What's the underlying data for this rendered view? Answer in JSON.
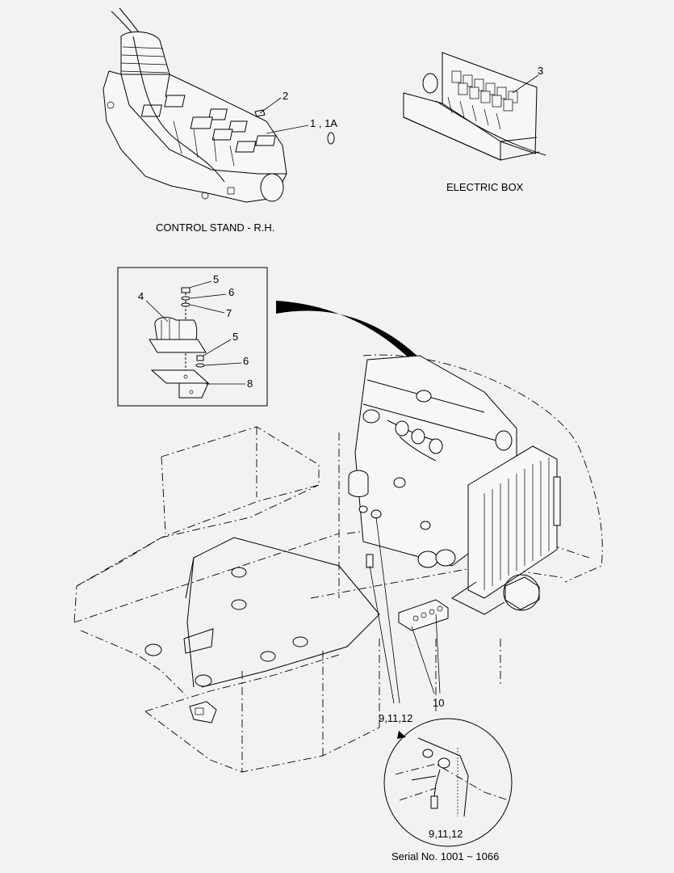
{
  "captions": {
    "control_stand": "CONTROL STAND - R.H.",
    "electric_box": "ELECTRIC BOX",
    "serial": "Serial No. 1001 ~ 1066"
  },
  "callouts": {
    "c1": "1 , 1A",
    "c2": "2",
    "c3": "3",
    "c4": "4",
    "c5a": "5",
    "c6a": "6",
    "c7": "7",
    "c5b": "5",
    "c6b": "6",
    "c8": "8",
    "c10": "10",
    "c9_main": "9,11,12",
    "c9_detail": "9,11,12"
  }
}
